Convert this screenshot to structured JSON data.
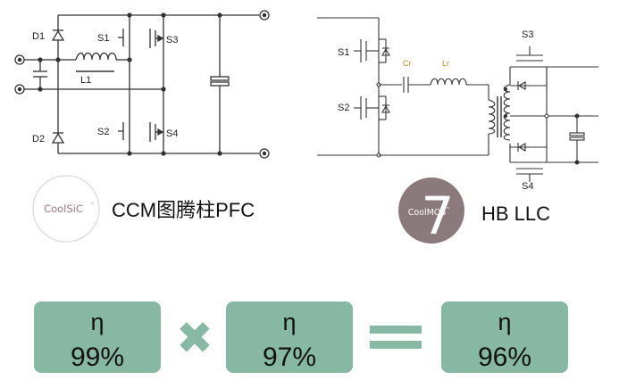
{
  "pfc": {
    "labels": {
      "d1": "D1",
      "d2": "D2",
      "s1": "S1",
      "s2": "S2",
      "s3": "S3",
      "s4": "S4",
      "l1": "L1"
    },
    "badge": {
      "text": "CoolSiC",
      "tm": "™"
    },
    "title": "CCM图腾柱PFC"
  },
  "llc": {
    "labels": {
      "s1": "S1",
      "s2": "S2",
      "s3": "S3",
      "s4": "S4",
      "cr": "Cr",
      "lr": "Lr"
    },
    "badge": {
      "number": "7",
      "text": "CoolMOS",
      "tm": "™"
    },
    "title": "HB LLC"
  },
  "efficiency": {
    "symbol": "η",
    "boxes": [
      {
        "value": "99%"
      },
      {
        "value": "97%"
      },
      {
        "value": "96%"
      }
    ],
    "operators": {
      "multiply": "✖",
      "equals": "="
    }
  },
  "colors": {
    "box_fill": "#86b8a3",
    "operator": "#86b8a3",
    "wire": "#333333",
    "label_orange": "#c8841c",
    "coolsic_text": "#9a7880",
    "coolmos_disc": "#8a7a7c"
  }
}
